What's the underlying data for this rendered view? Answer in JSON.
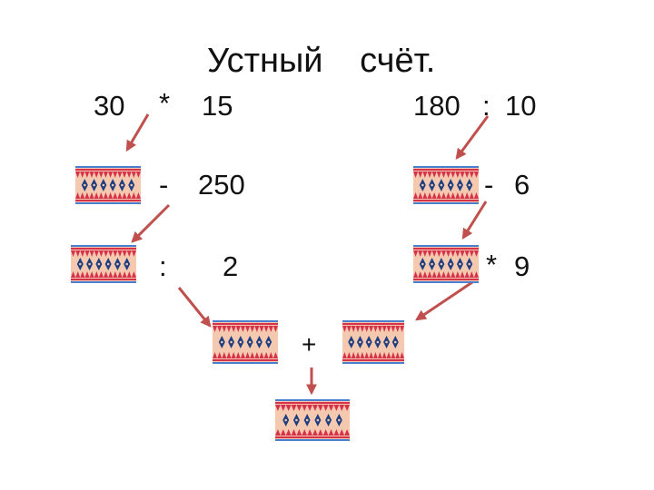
{
  "title": "Устный счёт.",
  "left_chain": {
    "start": "30",
    "op1": "*",
    "val1": "15",
    "op2": "-",
    "val2": "250",
    "op3": ":",
    "val3": "2"
  },
  "right_chain": {
    "start": "180",
    "op1": ":",
    "val1": "10",
    "op2": "-",
    "val2": "6",
    "op3": "*",
    "val3": "9"
  },
  "final_op": "+",
  "colors": {
    "arrow": "#c0504d",
    "box_fill": "#f4c9b0",
    "box_stripe_red": "#d6334b",
    "box_stripe_blue": "#4a7fd0",
    "box_diamond": "#1f3f80"
  },
  "icons": {
    "answer_box": "ornament-card-icon",
    "arrow": "arrow-icon"
  }
}
